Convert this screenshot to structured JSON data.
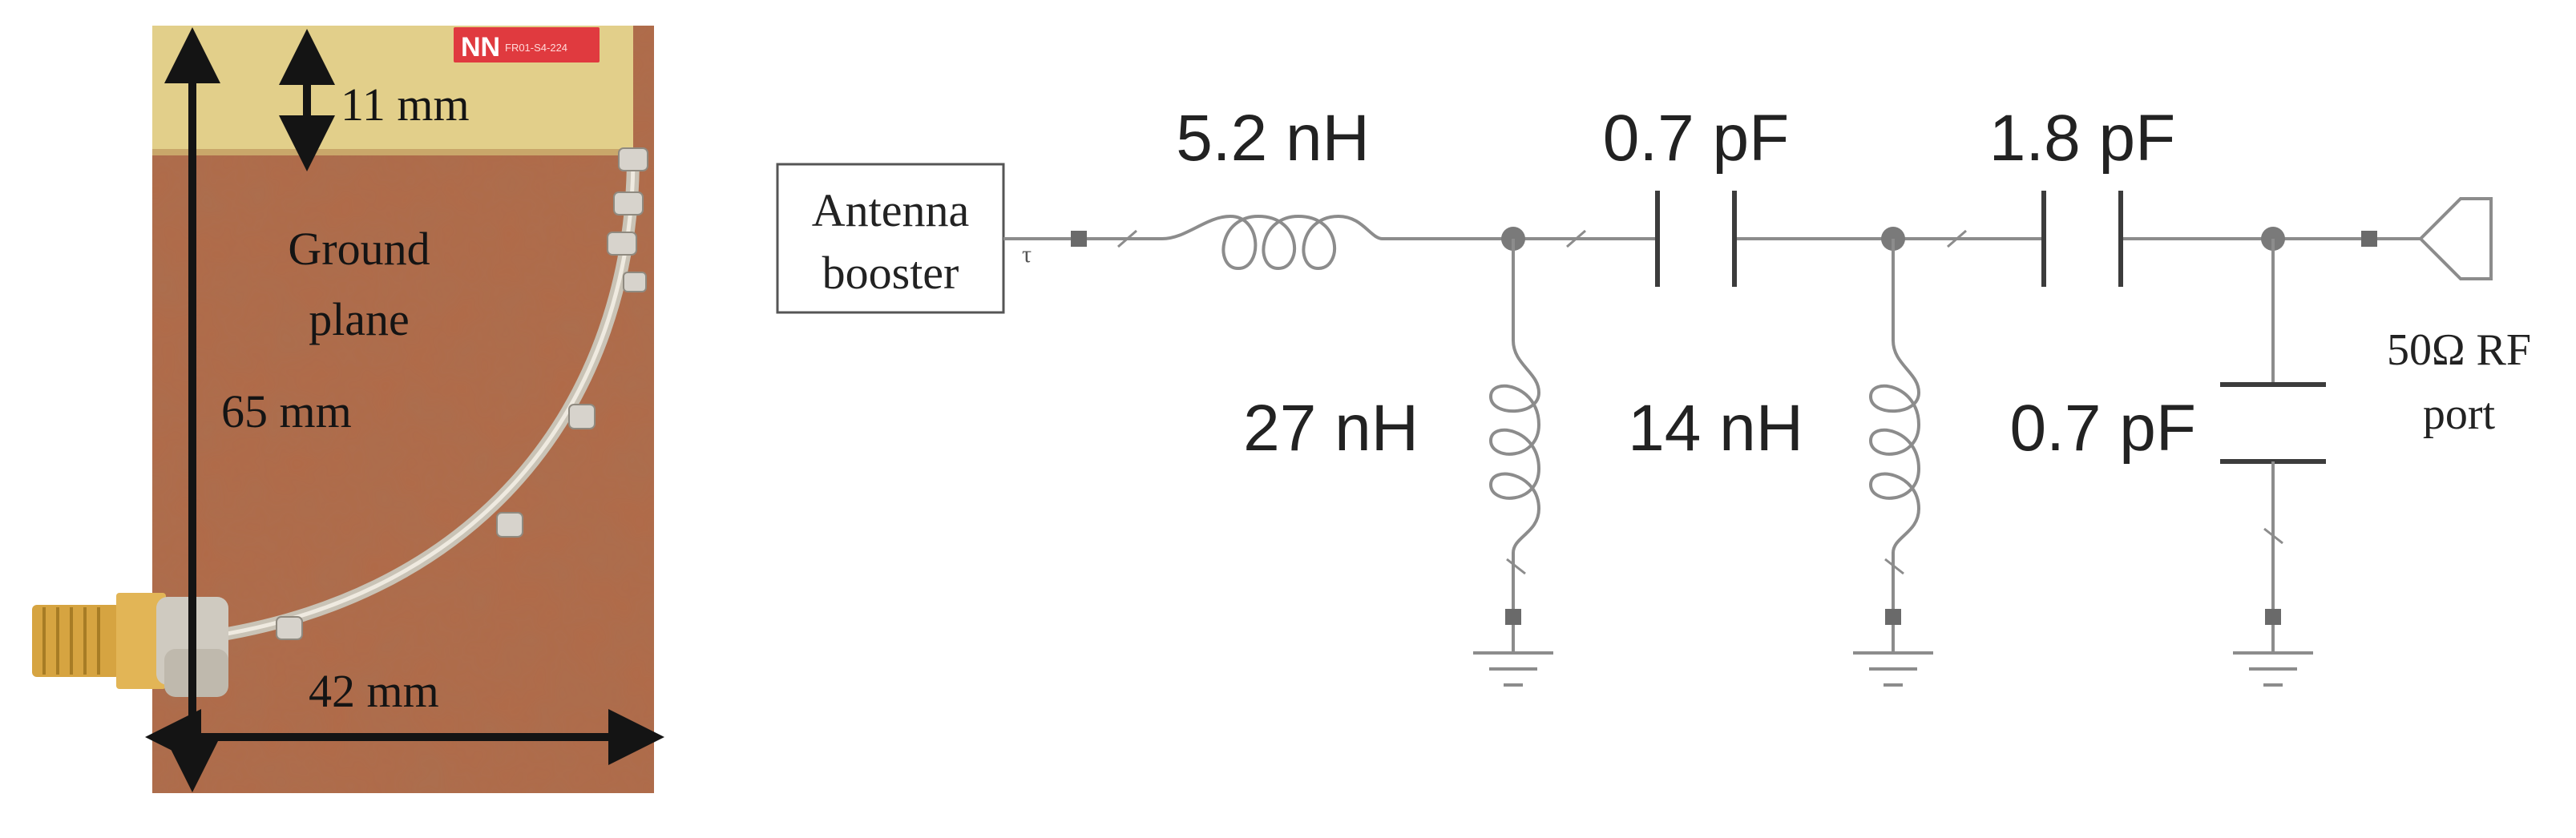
{
  "photo": {
    "dim_top": "11 mm",
    "region_label_line1": "Ground",
    "region_label_line2": "plane",
    "dim_height": "65 mm",
    "dim_width": "42 mm",
    "logo_text": "NN",
    "chip_marking": "FR01-S4-224",
    "colors": {
      "board": "#b16a48",
      "board_dark": "#9a573a",
      "clearance": "#e2cf8a",
      "cable": "#c9c3b6",
      "connector": "#d6a441",
      "chip": "#e03a3f",
      "arrow": "#141414"
    }
  },
  "circuit": {
    "source_label_line1": "Antenna",
    "source_label_line2": "booster",
    "source_tag": "τ",
    "series_l1": "5.2 nH",
    "series_c1": "0.7 pF",
    "series_c2": "1.8 pF",
    "shunt_l1": "27 nH",
    "shunt_l2": "14 nH",
    "shunt_c1": "0.7 pF",
    "port_label_line1": "50Ω RF",
    "port_label_line2": "port",
    "colors": {
      "wire": "#8c8c8c",
      "node": "#7a7a7a",
      "pin": "#6a6a6a",
      "capacitor": "#3c3c3c",
      "text": "#222222"
    }
  }
}
